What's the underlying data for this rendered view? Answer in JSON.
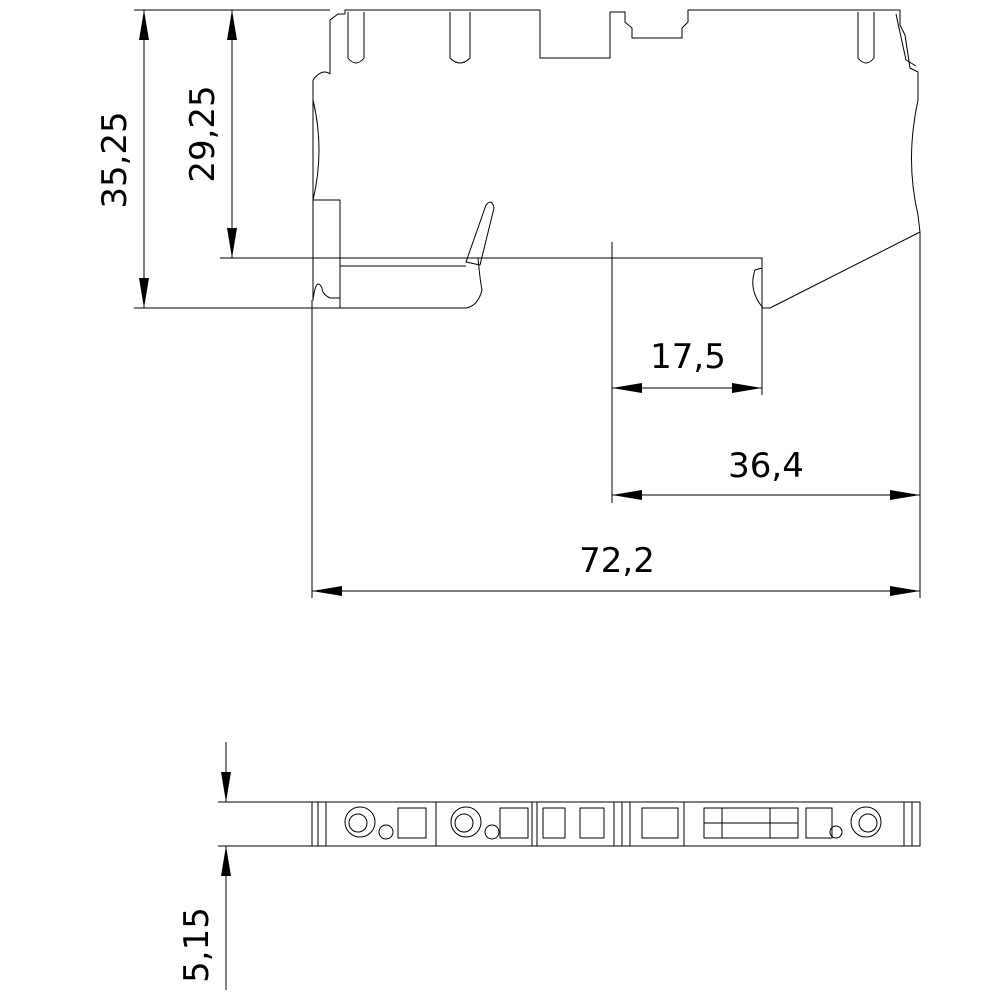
{
  "dimensions": {
    "total_height": "35,25",
    "rail_height": "29,25",
    "slot_width": "17,5",
    "right_section_width": "36,4",
    "total_width": "72,2",
    "thickness": "5,15"
  }
}
